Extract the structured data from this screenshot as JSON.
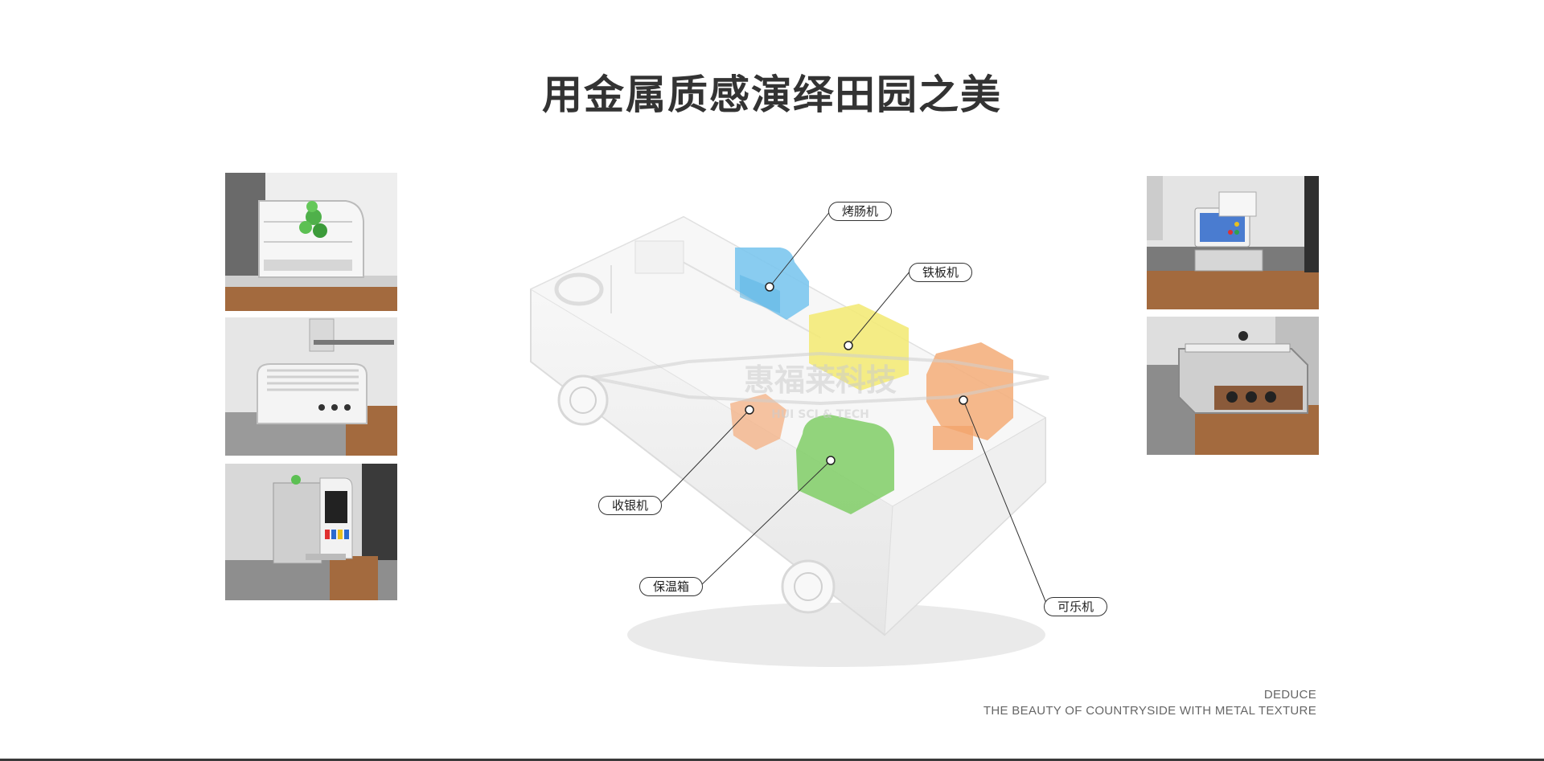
{
  "title": "用金属质感演绎田园之美",
  "callouts": {
    "sausage_roaster": "烤肠机",
    "griddle": "铁板机",
    "cash_register": "收银机",
    "warmer_box": "保温箱",
    "cola_machine": "可乐机"
  },
  "footer": {
    "subtitle": "DEDUCE",
    "tagline": "THE BEAUTY OF COUNTRYSIDE WITH METAL TEXTURE"
  },
  "watermark": {
    "brand_cn": "惠福莱科技",
    "brand_en": "HUI SCI & TECH"
  },
  "colors": {
    "sausage_roaster": "#7cc7ee",
    "griddle": "#f3ea78",
    "cash_register": "#f4b48a",
    "warmer_box": "#86cf6e",
    "cola_machine": "#f4b07e",
    "title": "#333333",
    "footer": "#666666"
  },
  "thumbnails": {
    "left": [
      "display-cabinet",
      "sausage-roaster",
      "cola-dispenser"
    ],
    "right": [
      "cash-register-terminal",
      "griddle-station"
    ]
  }
}
